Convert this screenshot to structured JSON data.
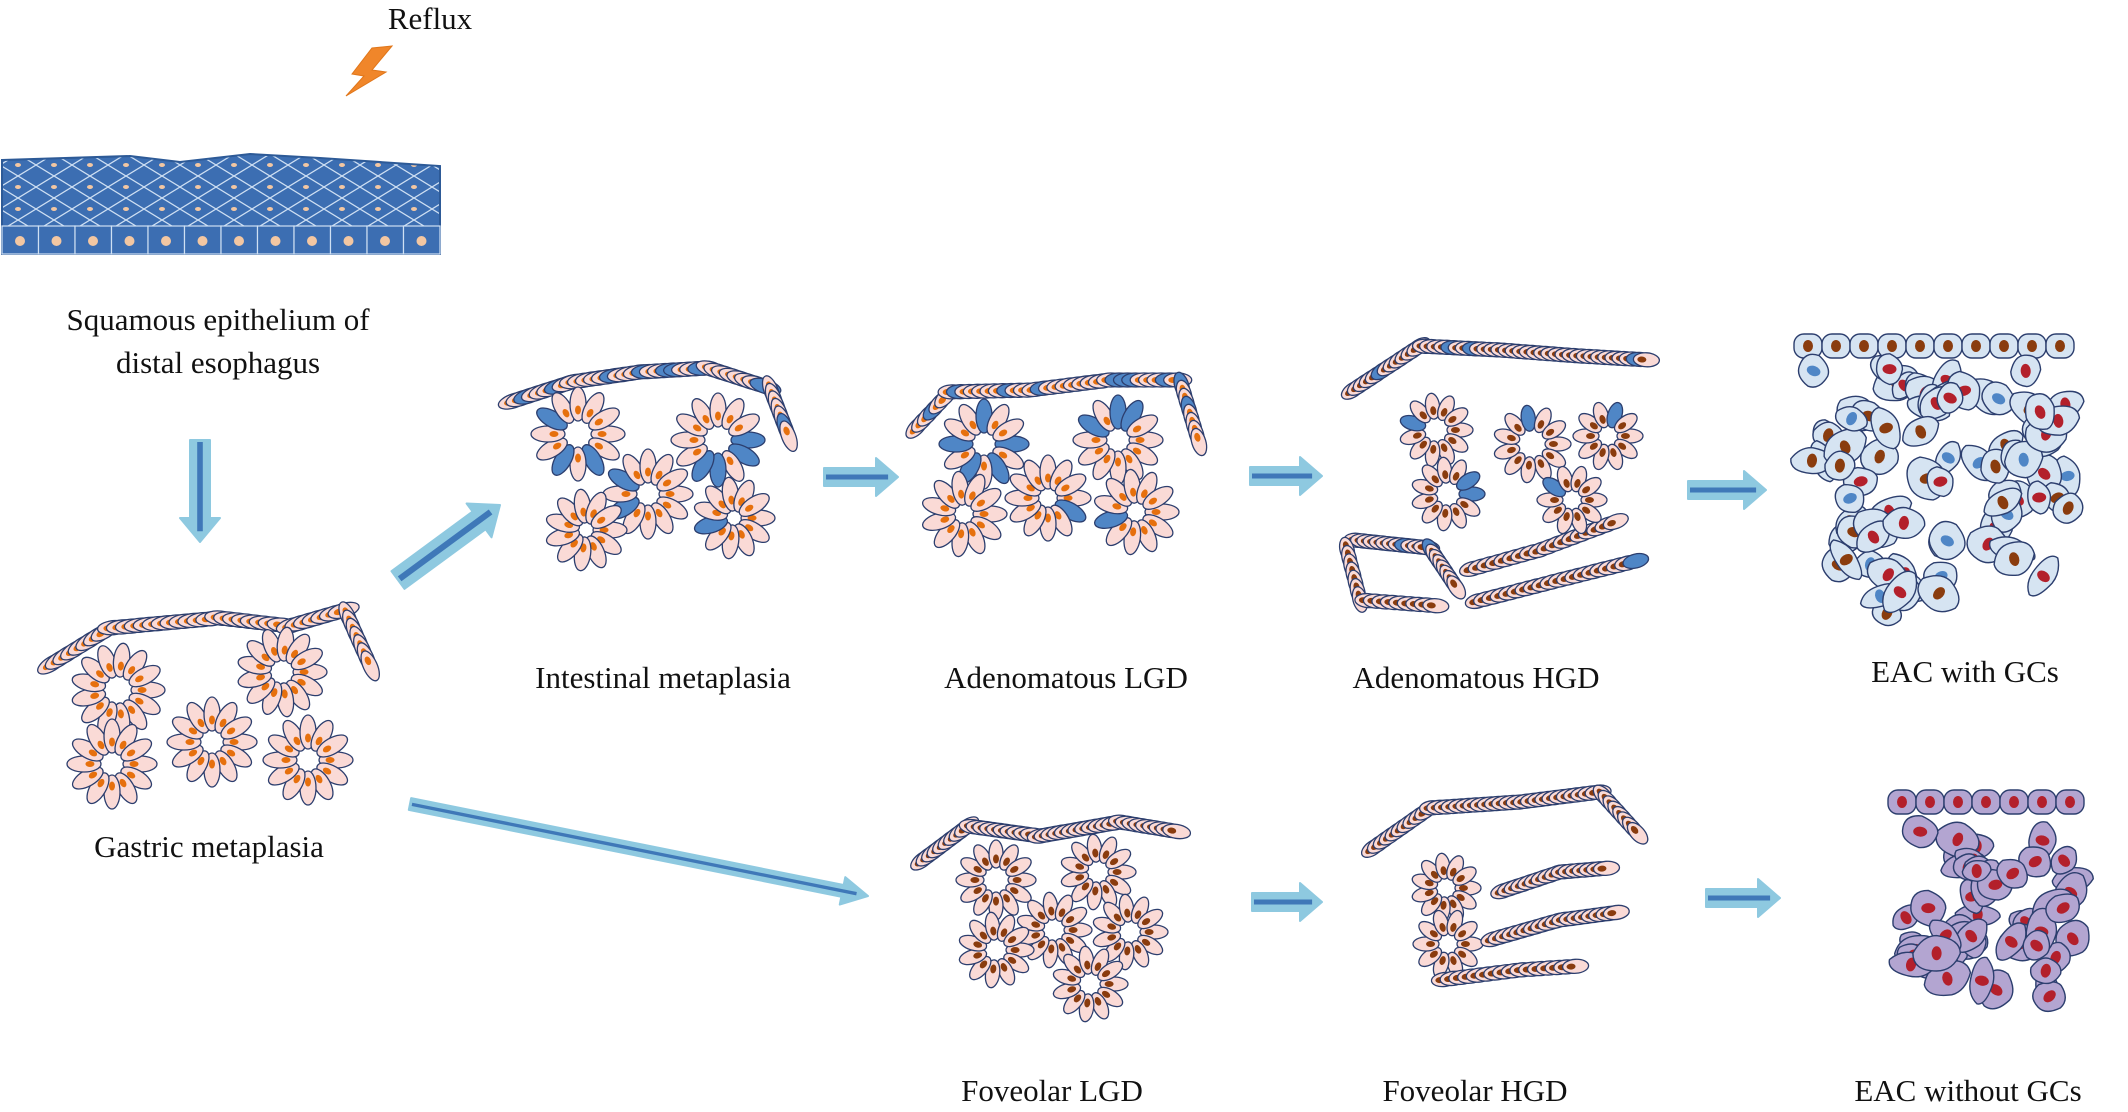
{
  "colors": {
    "flow_arrow_fill": "#8ec9e0",
    "flow_arrow_outline": "#3f78b8",
    "squamous_cell": "#3c6eb2",
    "squamous_nucleus": "#f3c7a2",
    "reflux_bolt": "#f0862a",
    "columnar_cell": "#fadad6",
    "cell_outline": "#2c3e6e",
    "goblet_cell": "#4f86c6",
    "orange_nucleus": "#e6700d",
    "brown_nucleus": "#8a3c0e",
    "eac_cell": "#d6e4f2",
    "eac_without_cell": "#b3a5d1",
    "red_nucleus": "#b3202b"
  },
  "icons": {
    "reflux": "lightning-bolt-icon"
  },
  "labels": {
    "reflux": "Reflux",
    "squamous_line1": "Squamous epithelium of",
    "squamous_line2": "distal esophagus",
    "gastric": "Gastric metaplasia",
    "intestinal": "Intestinal metaplasia",
    "adeno_lgd": "Adenomatous LGD",
    "adeno_hgd": "Adenomatous HGD",
    "eac_gcs": "EAC with GCs",
    "foveolar_lgd": "Foveolar LGD",
    "foveolar_hgd": "Foveolar HGD",
    "eac_without": "EAC without GCs"
  }
}
